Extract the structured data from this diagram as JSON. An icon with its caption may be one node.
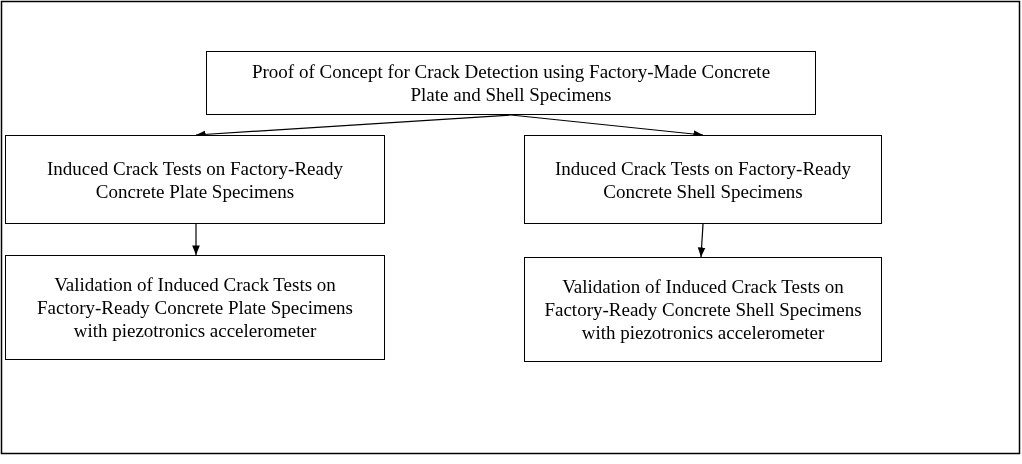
{
  "diagram": {
    "nodes": [
      {
        "text": [
          "Proof of Concept for Crack Detection using Factory-Made Concrete Plate and Shell Specimens"
        ]
      },
      {
        "text": [
          "Induced Crack Tests on Factory-Ready Concrete Plate Specimens"
        ]
      },
      {
        "text": [
          "Induced Crack Tests on Factory-Ready Concrete Shell Specimens"
        ]
      },
      {
        "text": [
          "Validation of Induced Crack Tests on Factory-Ready Concrete Plate Specimens with piezotronics accelerometer"
        ]
      },
      {
        "text": [
          "Validation of Induced Crack Tests on Factory-Ready Concrete Shell Specimens with piezotronics accelerometer"
        ]
      }
    ],
    "edges": [
      {
        "from": 0,
        "to": 1,
        "arrow": "to"
      },
      {
        "from": 0,
        "to": 2,
        "arrow": "to"
      },
      {
        "from": 1,
        "to": 3,
        "arrow": "to"
      },
      {
        "from": 2,
        "to": 4,
        "arrow": "to"
      }
    ]
  }
}
